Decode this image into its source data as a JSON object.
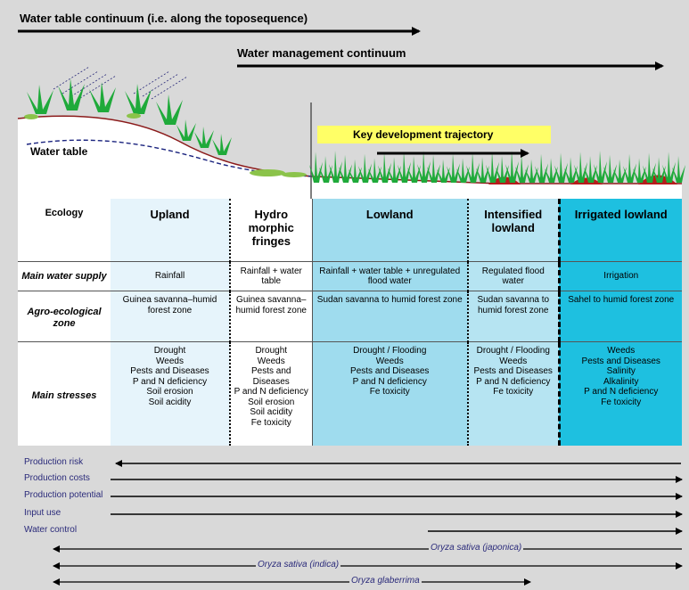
{
  "header": {
    "water_table_continuum": "Water table continuum (i.e. along the toposequence)",
    "water_management_continuum": "Water management continuum",
    "key_trajectory": "Key development trajectory",
    "water_table_label": "Water table"
  },
  "table": {
    "row_labels": {
      "ecology": "Ecology",
      "supply": "Main water supply",
      "zone": "Agro-ecological zone",
      "stress": "Main stresses"
    },
    "columns": [
      {
        "name": "Upland",
        "supply": "Rainfall",
        "zone": "Guinea savanna–humid forest zone",
        "stresses": [
          "Drought",
          "Weeds",
          "Pests and Diseases",
          "P and N deficiency",
          "Soil erosion",
          "Soil acidity"
        ]
      },
      {
        "name": "Hydro morphic fringes",
        "supply": "Rainfall + water table",
        "zone": "Guinea savanna–humid forest zone",
        "stresses": [
          "Drought",
          "Weeds",
          "Pests and Diseases",
          "P and N deficiency",
          "Soil erosion",
          "Soil acidity",
          "Fe toxicity"
        ]
      },
      {
        "name": "Lowland",
        "supply": "Rainfall + water table + unregulated flood water",
        "zone": "Sudan savanna to humid forest zone",
        "stresses": [
          "Drought / Flooding",
          "Weeds",
          "Pests and Diseases",
          "P and N deficiency",
          "Fe toxicity"
        ]
      },
      {
        "name": "Intensified lowland",
        "supply": "Regulated flood water",
        "zone": "Sudan savanna to humid forest zone",
        "stresses": [
          "Drought / Flooding",
          "Weeds",
          "Pests and Diseases",
          "P and N deficiency",
          "Fe toxicity"
        ]
      },
      {
        "name": "Irrigated lowland",
        "supply": "Irrigation",
        "zone": "Sahel to humid forest zone",
        "stresses": [
          "Weeds",
          "Pests and Diseases",
          "Salinity",
          "Alkalinity",
          "P and N deficiency",
          "Fe  toxicity"
        ]
      }
    ]
  },
  "continua": [
    {
      "label": "Production risk"
    },
    {
      "label": "Production costs"
    },
    {
      "label": "Production potential"
    },
    {
      "label": "Input use"
    },
    {
      "label": "Water control"
    }
  ],
  "rice_types": [
    {
      "label": "Oryza sativa (japonica)"
    },
    {
      "label": "Oryza sativa (indica)"
    },
    {
      "label": "Oryza glaberrima"
    }
  ],
  "colors": {
    "upland": "#e6f4fb",
    "lowland": "#9fdcee",
    "intensified": "#b6e4f2",
    "irrigated": "#1ec0e0",
    "plant": "#1faa3a",
    "highlight": "#ffff66"
  }
}
